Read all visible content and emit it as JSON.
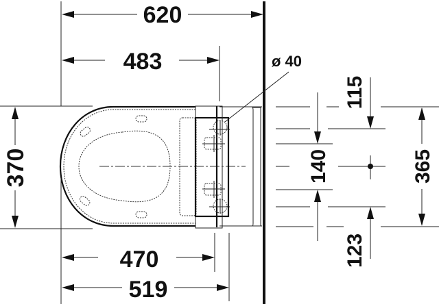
{
  "drawing": {
    "type": "technical-drawing",
    "subject": "wall-hung toilet top view with seat and installation dimensions",
    "units": "mm",
    "colors": {
      "ink": "#111111",
      "background": "#ffffff"
    },
    "dimensions": {
      "overall_depth": "620",
      "depth_to_hinge": "483",
      "depth_470": "470",
      "depth_519": "519",
      "width": "370",
      "pipe_diameter": "ø 40",
      "fixing_top": "115",
      "fixing_spacing": "140",
      "fixing_bottom": "123",
      "fixing_overall": "365"
    }
  }
}
